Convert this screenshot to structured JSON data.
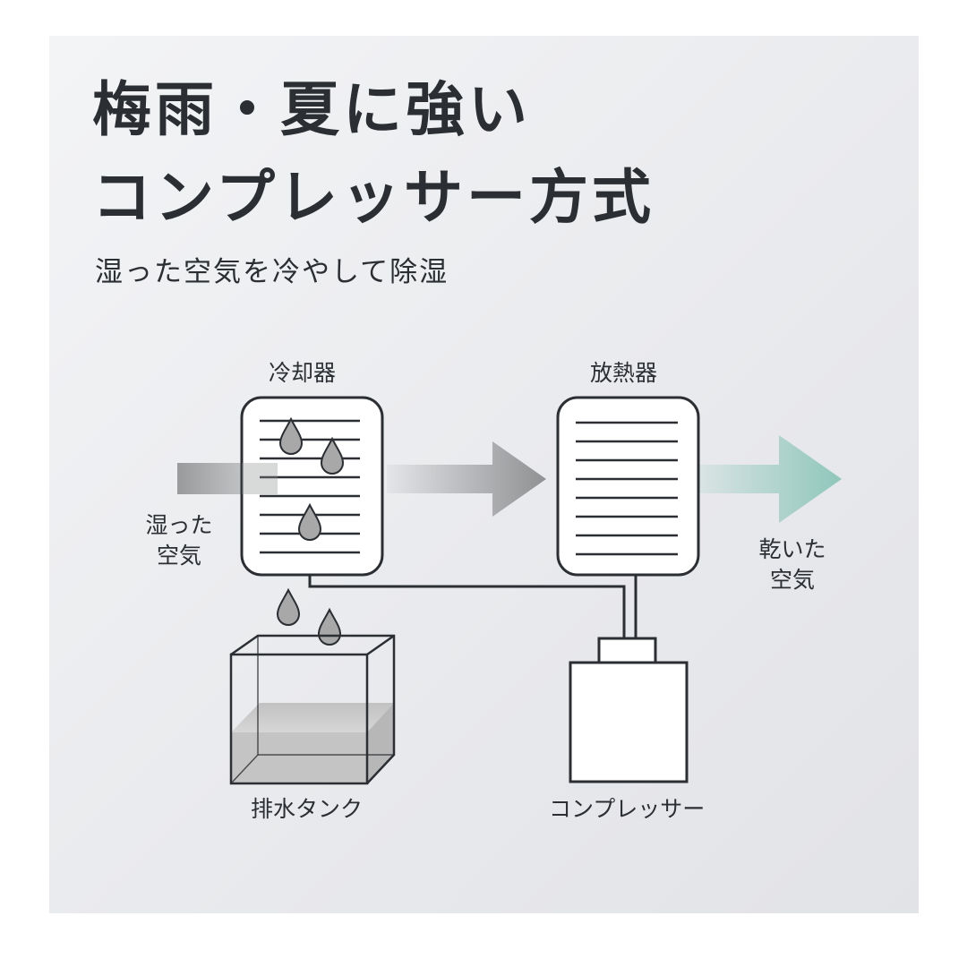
{
  "title_line1": "梅雨・夏に強い",
  "title_line2": "コンプレッサー方式",
  "subtitle": "湿った空気を冷やして除湿",
  "labels": {
    "cooler": "冷却器",
    "radiator": "放熱器",
    "humid_air_1": "湿った",
    "humid_air_2": "空気",
    "dry_air_1": "乾いた",
    "dry_air_2": "空気",
    "tank": "排水タンク",
    "compressor": "コンプレッサー"
  },
  "colors": {
    "outline": "#2b2f33",
    "humid_arrow": "#8f9193",
    "dry_arrow": "#8fc7bb",
    "droplet": "#a8a8a8",
    "water": "#c4c4c4"
  }
}
